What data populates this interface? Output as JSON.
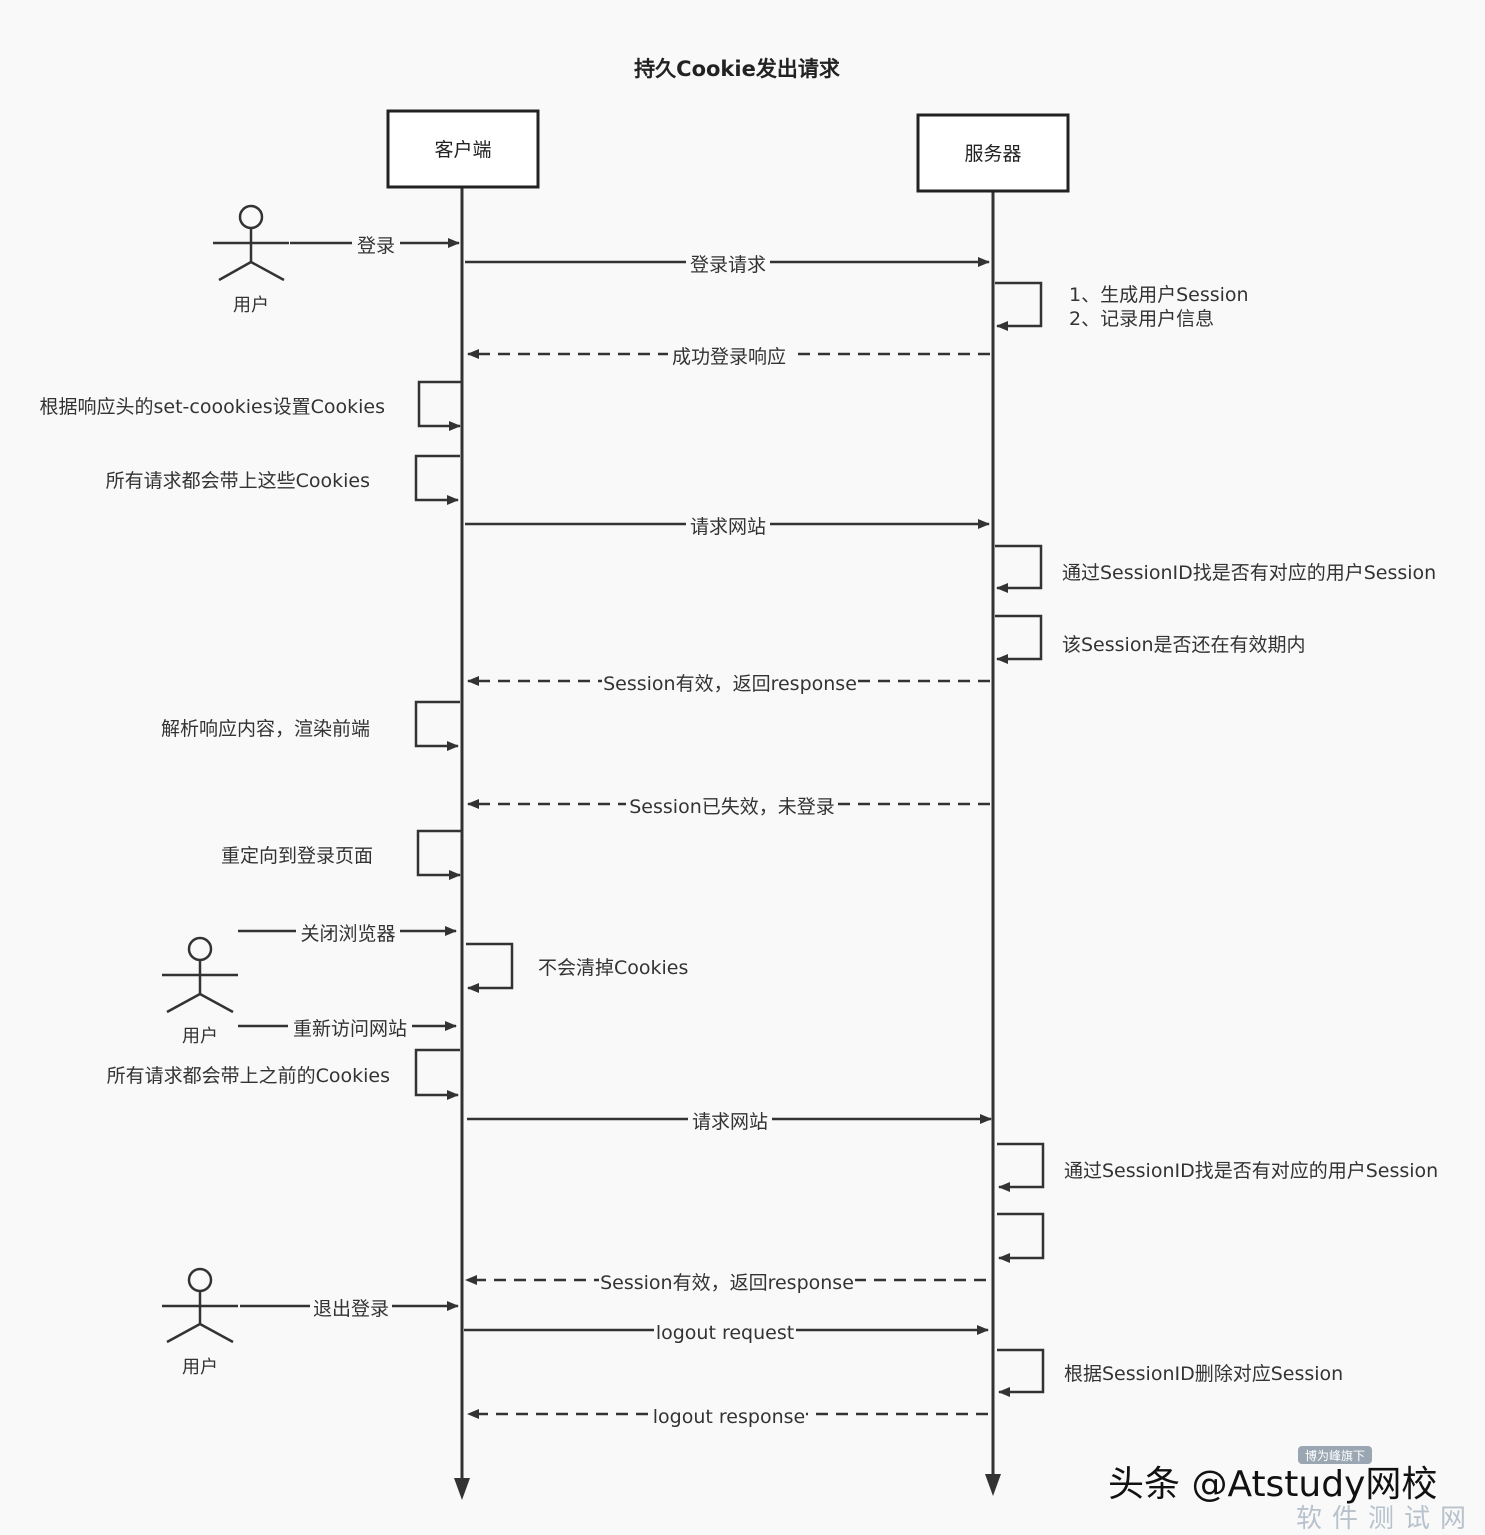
{
  "title": "持久Cookie发出请求",
  "participants": {
    "client": "客户端",
    "server": "服务器"
  },
  "actors": {
    "user1": "用户",
    "user2": "用户",
    "user3": "用户"
  },
  "messages": {
    "m_login": "登录",
    "m_login_req": "登录请求",
    "m_login_resp": "成功登录响应",
    "m_req_site1": "请求网站",
    "m_session_valid1": "Session有效，返回response",
    "m_session_invalid": "Session已失效，未登录",
    "m_close_browser": "关闭浏览器",
    "m_revisit": "重新访问网站",
    "m_req_site2": "请求网站",
    "m_session_valid2": "Session有效，返回response",
    "m_logout": "退出登录",
    "m_logout_req": "logout request",
    "m_logout_resp": "logout response"
  },
  "notes": {
    "n_server1_line1": "1、生成用户Session",
    "n_server1_line2": "2、记录用户信息",
    "n_set_cookies": "根据响应头的set-coookies设置Cookies",
    "n_carry_cookies": "所有请求都会带上这些Cookies",
    "n_find_session1": "通过SessionID找是否有对应的用户Session",
    "n_session_period": "该Session是否还在有效期内",
    "n_parse_render": "解析响应内容，渲染前端",
    "n_redirect_login": "重定向到登录页面",
    "n_keep_cookies": "不会清掉Cookies",
    "n_carry_prev_cookies": "所有请求都会带上之前的Cookies",
    "n_find_session2": "通过SessionID找是否有对应的用户Session",
    "n_delete_session": "根据SessionID删除对应Session"
  },
  "watermark": {
    "main": "头条 @Atstudy网校",
    "badge": "博为峰旗下",
    "sub": "软件测试网"
  }
}
